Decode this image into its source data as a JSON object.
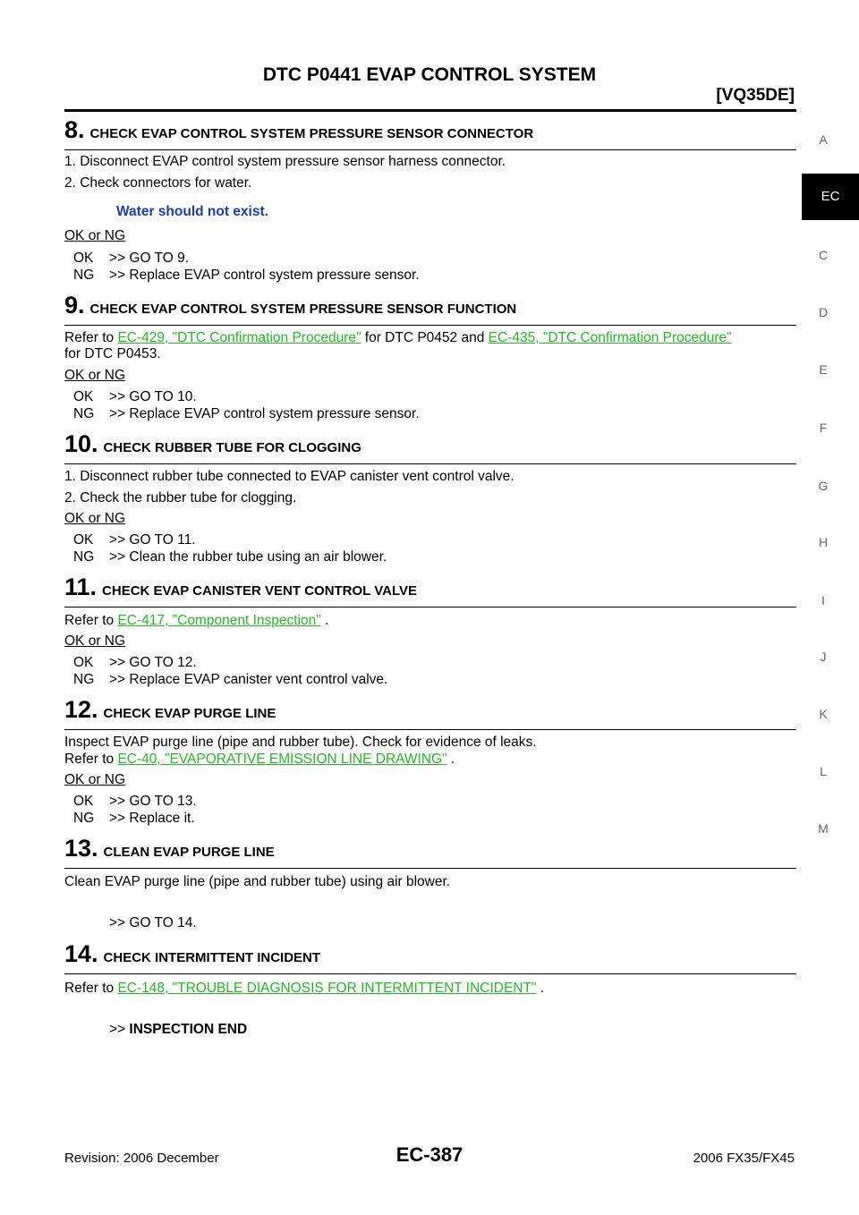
{
  "header": {
    "title": "DTC P0441 EVAP CONTROL SYSTEM",
    "model": "[VQ35DE]"
  },
  "side_index": [
    "A",
    "EC",
    "C",
    "D",
    "E",
    "F",
    "G",
    "H",
    "I",
    "J",
    "K",
    "L",
    "M"
  ],
  "steps": [
    {
      "num": "8.",
      "heading": "CHECK EVAP CONTROL SYSTEM PRESSURE SENSOR CONNECTOR",
      "lines": [
        "1.  Disconnect EVAP control system pressure sensor harness connector.",
        "2.  Check connectors for water."
      ],
      "note": "Water should not exist.",
      "okng": "OK or NG",
      "ok": ">> GO TO 9.",
      "ng": ">> Replace EVAP control system pressure sensor."
    },
    {
      "num": "9.",
      "heading": "CHECK EVAP CONTROL SYSTEM PRESSURE SENSOR FUNCTION",
      "ref_prefix": "Refer to ",
      "link1": "EC-429, \"DTC Confirmation Procedure\"",
      "mid": "  for DTC P0452 and ",
      "link2": "EC-435, \"DTC Confirmation Procedure\"",
      "line2": "for DTC P0453.",
      "okng": "OK or NG",
      "ok": ">> GO TO 10.",
      "ng": ">> Replace EVAP control system pressure sensor."
    },
    {
      "num": "10.",
      "heading": "CHECK RUBBER TUBE FOR CLOGGING",
      "lines": [
        "1.  Disconnect rubber tube connected to EVAP canister vent control valve.",
        "2.  Check the rubber tube for clogging."
      ],
      "okng": "OK or NG",
      "ok": ">> GO TO 11.",
      "ng": ">> Clean the rubber tube using an air blower."
    },
    {
      "num": "11.",
      "heading": "CHECK EVAP CANISTER VENT CONTROL VALVE",
      "ref_prefix": "Refer to ",
      "link": "EC-417, \"Component Inspection\"",
      "suffix": " .",
      "okng": "OK or NG",
      "ok": ">> GO TO 12.",
      "ng": ">> Replace EVAP canister vent control valve."
    },
    {
      "num": "12.",
      "heading": "CHECK EVAP PURGE LINE",
      "line1": "Inspect EVAP purge line (pipe and rubber tube). Check for evidence of leaks.",
      "ref_prefix": "Refer to ",
      "link": "EC-40, \"EVAPORATIVE EMISSION LINE DRAWING\"",
      "suffix": " .",
      "okng": "OK or NG",
      "ok": ">> GO TO 13.",
      "ng": ">> Replace it."
    },
    {
      "num": "13.",
      "heading": "CLEAN EVAP PURGE LINE",
      "line1": "Clean EVAP purge line (pipe and rubber tube) using air blower.",
      "goto": ">> GO TO 14."
    },
    {
      "num": "14.",
      "heading": "CHECK INTERMITTENT INCIDENT",
      "ref_prefix": "Refer to ",
      "link": "EC-148, \"TROUBLE DIAGNOSIS FOR INTERMITTENT INCIDENT\"",
      "suffix": " .",
      "end_prefix": ">> ",
      "end": "INSPECTION END"
    }
  ],
  "labels": {
    "ok": "OK",
    "ng": "NG"
  },
  "footer": {
    "revision": "Revision: 2006 December",
    "page": "EC-387",
    "vehicle": "2006 FX35/FX45"
  }
}
